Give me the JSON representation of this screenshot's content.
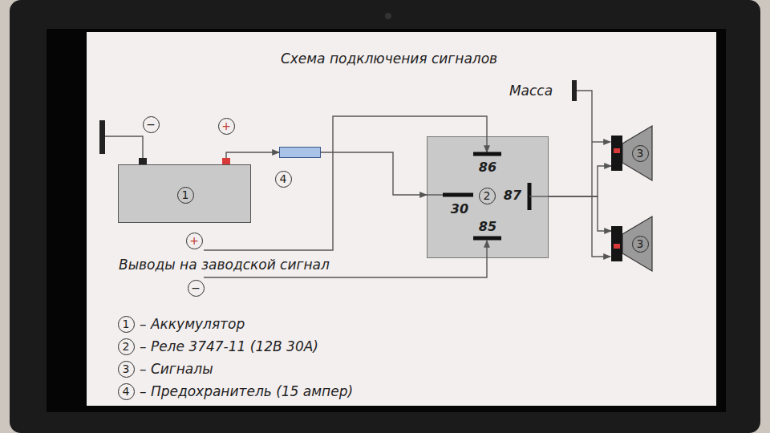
{
  "diagram": {
    "title": "Схема подключения сигналов",
    "nodes": [
      {
        "text": [
          "1"
        ]
      },
      {
        "text": [
          "4"
        ]
      },
      {
        "text": [
          "86",
          "30",
          "2",
          "87",
          "85"
        ]
      },
      {
        "text": [
          "3"
        ]
      },
      {
        "text": [
          "3"
        ]
      }
    ],
    "edges": [
      {
        "from": 0,
        "to": 1,
        "arrow": "to"
      },
      {
        "from": 1,
        "to": 2,
        "arrow": "to"
      },
      {
        "from": 2,
        "to": 3,
        "arrow": "to"
      },
      {
        "from": 2,
        "to": 4,
        "arrow": "to"
      }
    ],
    "labels": [
      "−",
      "+",
      "Масса",
      "+",
      "Выводы на заводской сигнал",
      "−",
      "1",
      "– Аккумулятор",
      "2",
      "– Реле 3747-11 (12В 30А)",
      "3",
      "– Сигналы",
      "4",
      "– Предохранитель (15 ампер)"
    ]
  }
}
